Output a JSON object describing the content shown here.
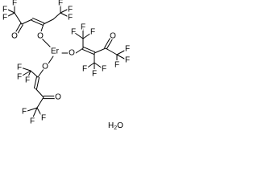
{
  "structure": {
    "name": "Er hexafluoroacetylacetonate hydrate",
    "atoms": {
      "F": "F",
      "O": "O",
      "Er": "Er"
    },
    "hydrate": {
      "prefix": "H",
      "subscript": "2",
      "suffix": "O"
    }
  }
}
